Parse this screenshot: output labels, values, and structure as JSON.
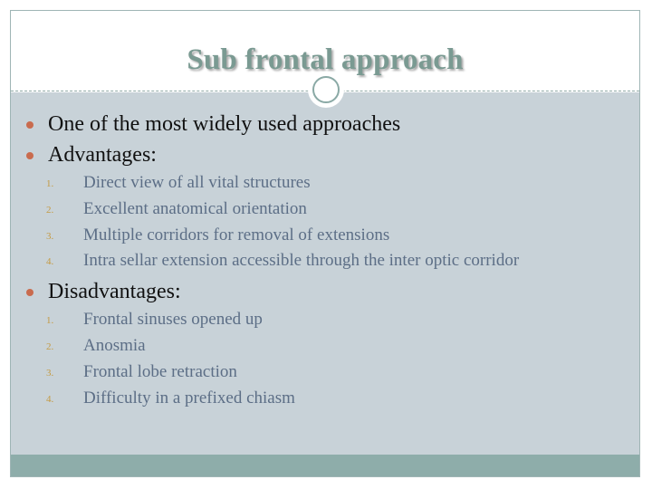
{
  "slide": {
    "title": "Sub frontal approach",
    "bullets": [
      {
        "text": "One of the most widely used approaches",
        "items": []
      },
      {
        "text": "Advantages:",
        "items": [
          {
            "num": "1.",
            "text": "Direct view of all vital structures"
          },
          {
            "num": "2.",
            "text": "Excellent anatomical orientation"
          },
          {
            "num": "3.",
            "text": "Multiple corridors for removal of  extensions"
          },
          {
            "num": "4.",
            "text": "Intra sellar extension accessible through the inter optic corridor"
          }
        ]
      },
      {
        "text": "Disadvantages:",
        "items": [
          {
            "num": "1.",
            "text": "Frontal sinuses opened up"
          },
          {
            "num": "2.",
            "text": "Anosmia"
          },
          {
            "num": "3.",
            "text": "Frontal lobe retraction"
          },
          {
            "num": "4.",
            "text": "Difficulty in a prefixed chiasm"
          }
        ]
      }
    ]
  },
  "colors": {
    "title": "#7a9a92",
    "background": "#c8d2d8",
    "bullet_dot": "#c96b4e",
    "number": "#c49a42",
    "subtext": "#5c6e86",
    "footer": "#8eadaa"
  }
}
